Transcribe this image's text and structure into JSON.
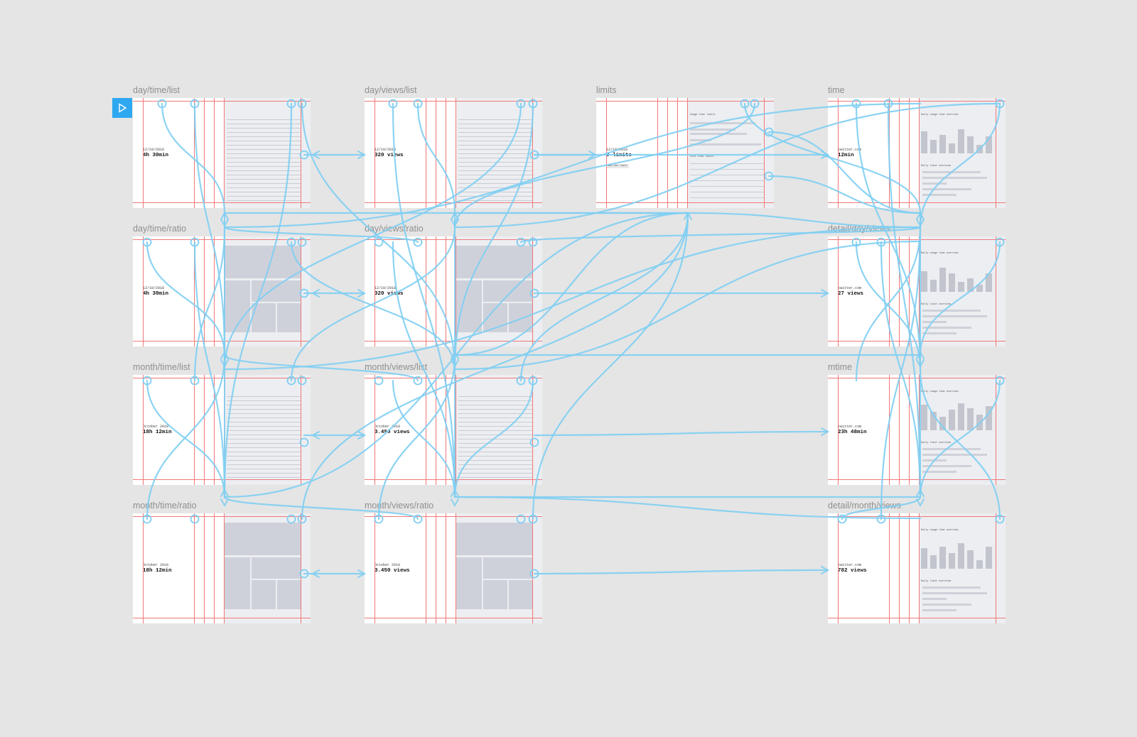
{
  "colors": {
    "canvas": "#e5e5e5",
    "wire": "#7fcef2",
    "guide": "#f07878",
    "accent": "#2ea8f0"
  },
  "frames": [
    {
      "id": "f0",
      "label": "day/time/list",
      "type": "list",
      "date": "12/10/2018",
      "stat": "4h 30min"
    },
    {
      "id": "f1",
      "label": "day/views/list",
      "type": "list",
      "date": "12/10/2018",
      "stat": "320 views"
    },
    {
      "id": "f2",
      "label": "limits",
      "type": "limits",
      "date": "12/10/2018",
      "stat": "0 limits",
      "section1": "Usage time limits",
      "section2": "Site view limits",
      "button": "add new limit"
    },
    {
      "id": "f3",
      "label": "time",
      "type": "detail",
      "date": "twitter.com",
      "stat": "12min",
      "section1": "Daily usage time overview",
      "section2": "Daily limit overview"
    },
    {
      "id": "f4",
      "label": "day/time/ratio",
      "type": "ratio",
      "date": "12/10/2018",
      "stat": "4h 30min"
    },
    {
      "id": "f5",
      "label": "day/views/ratio",
      "type": "ratio",
      "date": "12/10/2018",
      "stat": "320 views"
    },
    {
      "id": "f6",
      "label": "detail/day/views",
      "type": "detail",
      "date": "twitter.com",
      "stat": "27 views",
      "section1": "Daily usage time overview",
      "section2": "Daily limit overview"
    },
    {
      "id": "f7",
      "label": "month/time/list",
      "type": "list",
      "date": "October 2018",
      "stat": "18h 12min"
    },
    {
      "id": "f8",
      "label": "month/views/list",
      "type": "list",
      "date": "October 2018",
      "stat": "3.450 views"
    },
    {
      "id": "f9",
      "label": "mtime",
      "type": "detail",
      "date": "twitter.com",
      "stat": "23h 48min",
      "section1": "Daily usage time overview",
      "section2": "Daily limit overview"
    },
    {
      "id": "f10",
      "label": "month/time/ratio",
      "type": "ratio",
      "date": "October 2018",
      "stat": "18h 12min"
    },
    {
      "id": "f11",
      "label": "month/views/ratio",
      "type": "ratio",
      "date": "October 2018",
      "stat": "3.450 views"
    },
    {
      "id": "f12",
      "label": "detail/month/views",
      "type": "detail",
      "date": "twitter.com",
      "stat": "782 views",
      "section1": "Daily usage time overview",
      "section2": "Daily limit overview"
    }
  ],
  "detail_bars": {
    "f3": [
      0.65,
      0.4,
      0.55,
      0.3,
      0.7,
      0.5,
      0.25,
      0.5
    ],
    "f6": [
      0.6,
      0.35,
      0.7,
      0.55,
      0.3,
      0.4,
      0.2,
      0.55
    ],
    "f9": [
      0.75,
      0.55,
      0.4,
      0.6,
      0.8,
      0.65,
      0.45,
      0.7
    ],
    "f12": [
      0.6,
      0.4,
      0.65,
      0.45,
      0.75,
      0.55,
      0.25,
      0.65
    ]
  },
  "nav": {
    "play_icon": "play-icon"
  }
}
